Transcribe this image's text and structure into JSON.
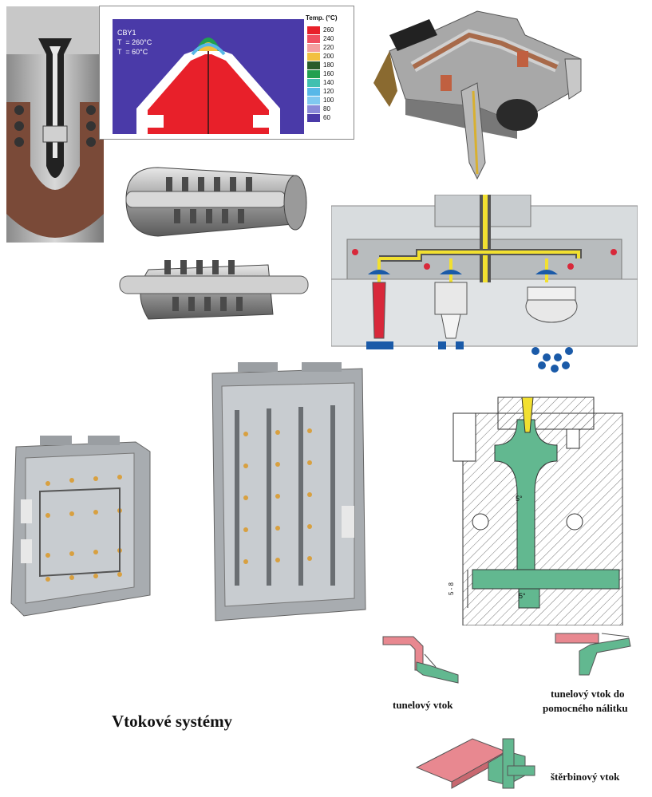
{
  "page": {
    "main_title": "Vtokové systémy"
  },
  "thermal_sim": {
    "label": "CBY1",
    "t1": "T  = 260°C",
    "t2": "T  = 60°C",
    "legend_title": "Temp. (°C)",
    "legend": [
      {
        "value": "260",
        "color": "#e8202a"
      },
      {
        "value": "240",
        "color": "#f05060"
      },
      {
        "value": "220",
        "color": "#f4a0a0"
      },
      {
        "value": "200",
        "color": "#f2c040"
      },
      {
        "value": "180",
        "color": "#2a5c2a"
      },
      {
        "value": "160",
        "color": "#22a050"
      },
      {
        "value": "140",
        "color": "#40c0b0"
      },
      {
        "value": "120",
        "color": "#58b8e8"
      },
      {
        "value": "100",
        "color": "#80c8f0"
      },
      {
        "value": "80",
        "color": "#8a8ad8"
      },
      {
        "value": "60",
        "color": "#4a3aa8"
      }
    ]
  },
  "technical": {
    "angle_label": "5°",
    "dim_label": "5 - 8"
  },
  "captions": {
    "tunnel_gate": "tunelový vtok",
    "tunnel_gate_aux_line1": "tunelový vtok do",
    "tunnel_gate_aux_line2": "pomocného nálitku",
    "slit_gate": "štěrbinový vtok"
  },
  "colors": {
    "melt_red": "#d8283a",
    "runner_yellow": "#f2e030",
    "steel_gray": "#b8b8b8",
    "part_green": "#62b890",
    "part_pink": "#e88890",
    "nozzle_blue": "#1a5aa8"
  }
}
